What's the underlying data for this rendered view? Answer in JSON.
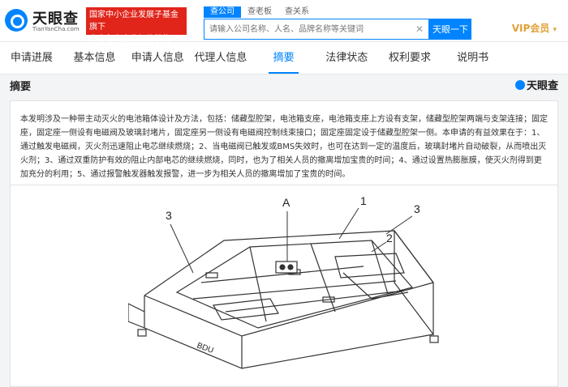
{
  "header": {
    "logo_text": "天眼查",
    "logo_sub": "TianYanCha.com",
    "badge_line1": "国家中小企业发展子基金旗下",
    "badge_line2": "官方备案企业征信机构",
    "search_tabs": [
      "查公司",
      "查老板",
      "查关系"
    ],
    "search_placeholder": "请输入公司名称、人名、品牌名称等关键词",
    "search_button": "天眼一下",
    "vip_label": "VIP会员",
    "accent": "#0084ff",
    "badge_color": "#e1251b",
    "vip_color": "#e2a13a"
  },
  "tabs": [
    "申请进展",
    "基本信息",
    "申请人信息",
    "代理人信息",
    "摘要",
    "法律状态",
    "权利要求",
    "说明书"
  ],
  "active_tab": "摘要",
  "section": {
    "title": "摘要",
    "brand": "天眼查"
  },
  "abstract": "本发明涉及一种带主动灭火的电池箱体设计及方法，包括：储藏型腔架，电池箱支座，电池箱支座上方设有支架，储藏型腔架两端与支架连接；固定座，固定座一侧设有电磁阀及玻璃封堵片，固定座另一侧设有电磁阀控制线束接口；固定座固定设于储藏型腔架一侧。本申请的有益效果在于：1、通过触发电磁阀，灭火剂迅速阻止电芯继续燃烧；2、当电磁阀已触发或BMS失效时，也可在达到一定的温度后，玻璃封堵片自动破裂，从而喷出灭火剂；3、通过双重防护有效的阻止内部电芯的继续燃烧，同时，也为了相关人员的撤离增加宝贵的时间；4、通过设置热膨胀膜，使灭火剂得到更加充分的利用；5、通过报警触发器触发报警，进一步为相关人员的撤离增加了宝贵的时间。",
  "figure": {
    "labels": [
      "3",
      "A",
      "1",
      "3",
      "2"
    ],
    "engraving": "BDU"
  }
}
